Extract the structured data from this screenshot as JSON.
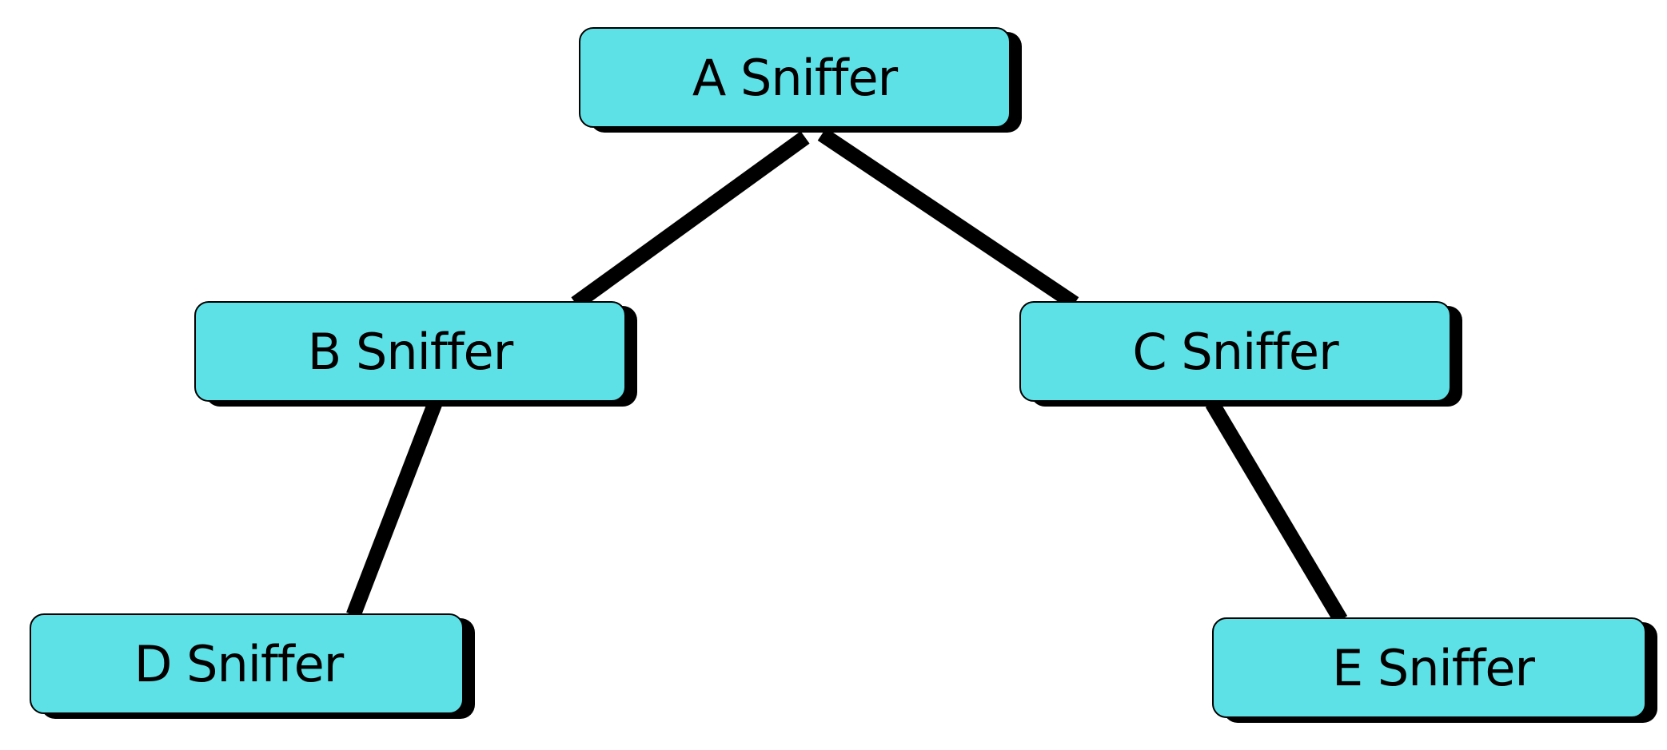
{
  "colors": {
    "node_fill": "#5ee1e6",
    "node_border": "#000000",
    "edge": "#000000",
    "text": "#000000"
  },
  "nodes": {
    "a": {
      "label": "A Sniffer"
    },
    "b": {
      "label": "B Sniffer"
    },
    "c": {
      "label": "C Sniffer"
    },
    "d": {
      "label": "D Sniffer"
    },
    "e": {
      "label": "E Sniffer"
    }
  },
  "edges": [
    {
      "from": "A Sniffer",
      "to": "B Sniffer"
    },
    {
      "from": "A Sniffer",
      "to": "C Sniffer"
    },
    {
      "from": "B Sniffer",
      "to": "D Sniffer"
    },
    {
      "from": "C Sniffer",
      "to": "E Sniffer"
    }
  ]
}
